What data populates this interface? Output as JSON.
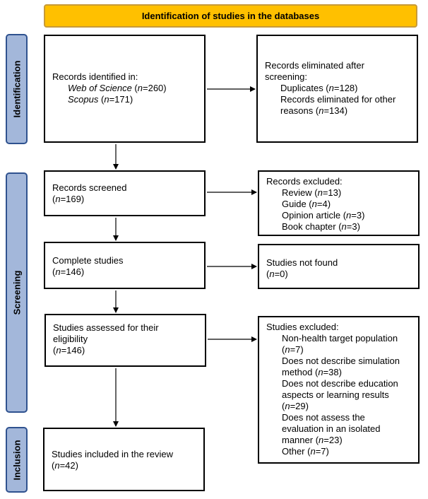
{
  "header": "Identification of studies in the databases",
  "phases": {
    "identification": "Identification",
    "screening": "Screening",
    "inclusion": "Inclusion"
  },
  "identified": {
    "title": "Records identified in:",
    "wos_name": "Web of Science",
    "wos_n": "n",
    "wos_val": "=260)",
    "scopus_name": "Scopus",
    "scopus_n": "n",
    "scopus_val": "=171)"
  },
  "eliminated": {
    "title1": "Records eliminated after",
    "title2": "screening:",
    "dup": "Duplicates (",
    "dup_val": "=128)",
    "other1": "Records eliminated for other",
    "other2": "reasons (",
    "other_val": "=134)"
  },
  "screened": {
    "title": "Records screened",
    "val": "=169)"
  },
  "excluded": {
    "title": "Records excluded:",
    "items": [
      {
        "label": "Review (",
        "val": "=13)"
      },
      {
        "label": "Guide (",
        "val": "=4)"
      },
      {
        "label": "Opinion article (",
        "val": "=3)"
      },
      {
        "label": "Book chapter (",
        "val": "=3)"
      }
    ]
  },
  "complete": {
    "title": "Complete studies",
    "val": "=146)"
  },
  "notfound": {
    "title": "Studies not found",
    "val": "=0)"
  },
  "assessed": {
    "title1": "Studies assessed for their",
    "title2": "eligibility",
    "val": "=146)"
  },
  "studies_excluded": {
    "title": "Studies excluded:",
    "r1a": "Non-health target population",
    "r1v": "=7)",
    "r2a": "Does not describe simulation",
    "r2b": "method (",
    "r2v": "=38)",
    "r3a": "Does not describe education",
    "r3b": "aspects or learning results",
    "r3v": "=29)",
    "r4a": "Does not assess the",
    "r4b": "evaluation in an isolated",
    "r4c": "manner (",
    "r4v": "=23)",
    "r5a": "Other (",
    "r5v": "=7)"
  },
  "included": {
    "title": "Studies included in the review",
    "val": "=42)"
  }
}
